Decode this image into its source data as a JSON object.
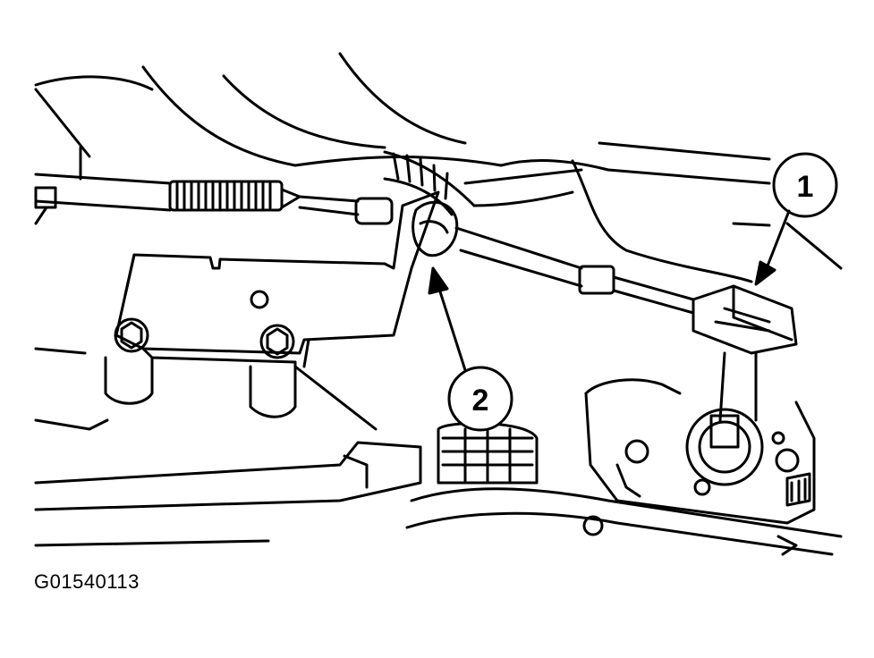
{
  "figure": {
    "code": "G01540113",
    "line_color": "#000000",
    "background_color": "#ffffff"
  },
  "callouts": [
    {
      "label": "1"
    },
    {
      "label": "2"
    }
  ]
}
